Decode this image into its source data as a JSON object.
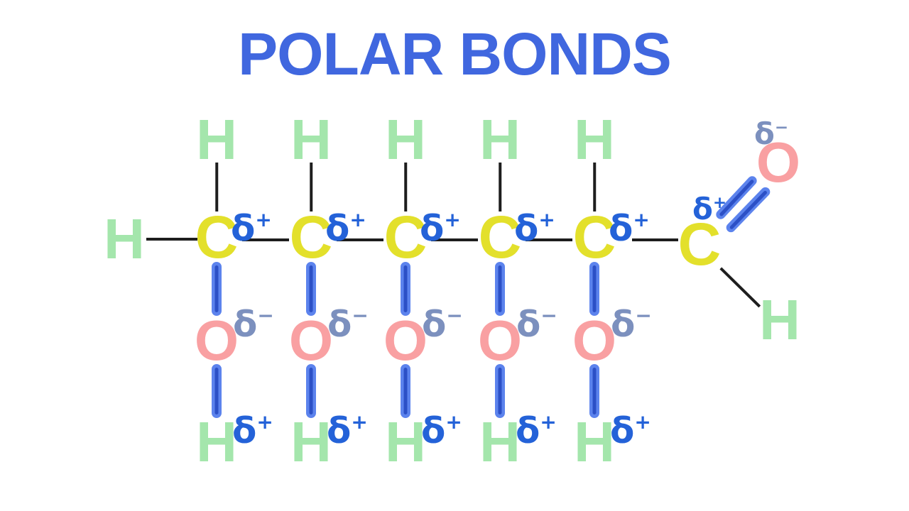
{
  "title": "POLAR BONDS",
  "labels": {
    "hydrogen": "H",
    "carbon": "C",
    "oxygen": "O",
    "delta": "δ",
    "plus": "+",
    "minus": "−"
  },
  "colors": {
    "background": "#FFFFFF",
    "title_blue": "#4067DF",
    "carbon_yellow": "#E3E02B",
    "hydrogen_green": "#A4E6AC",
    "oxygen_pink": "#F9A0A2",
    "delta_plus_blue": "#2462D8",
    "delta_minus_slate": "#7C90BE",
    "bond_blue_outer": "#5C83ED",
    "bond_blue_inner": "#2C50C6",
    "bond_line_black": "#1E1E1E"
  }
}
